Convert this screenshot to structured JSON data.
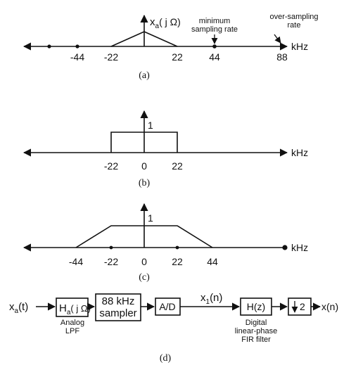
{
  "panel_a": {
    "y_label": "x",
    "y_label_sub": "a",
    "y_label_arg": "( j Ω)",
    "ticks": [
      "-44",
      "-22",
      "22",
      "44",
      "88"
    ],
    "unit": "kHz",
    "annot_min_line1": "minimum",
    "annot_min_line2": "sampling rate",
    "annot_over_line1": "over-sampling",
    "annot_over_line2": "rate",
    "caption": "(a)"
  },
  "panel_b": {
    "level": "1",
    "ticks": [
      "-22",
      "0",
      "22"
    ],
    "unit": "kHz",
    "caption": "(b)"
  },
  "panel_c": {
    "level": "1",
    "ticks": [
      "-44",
      "-22",
      "0",
      "22",
      "44"
    ],
    "unit": "kHz",
    "caption": "(c)"
  },
  "panel_d": {
    "input_label": "x",
    "input_sub": "a",
    "input_arg": "(t)",
    "lpf_block": "H",
    "lpf_block_sub": "a",
    "lpf_block_arg": "( j Ω)",
    "lpf_caption_line1": "Analog",
    "lpf_caption_line2": "LPF",
    "sampler_line1": "88 kHz",
    "sampler_line2": "sampler",
    "ad_block": "A/D",
    "mid_label": "x",
    "mid_sub": "1",
    "mid_arg": "(n)",
    "filter_block": "H(z)",
    "filter_caption_line1": "Digital",
    "filter_caption_line2": "linear-phase",
    "filter_caption_line3": "FIR filter",
    "decimator_factor": "2",
    "output_label": "x(n)",
    "caption": "(d)"
  }
}
